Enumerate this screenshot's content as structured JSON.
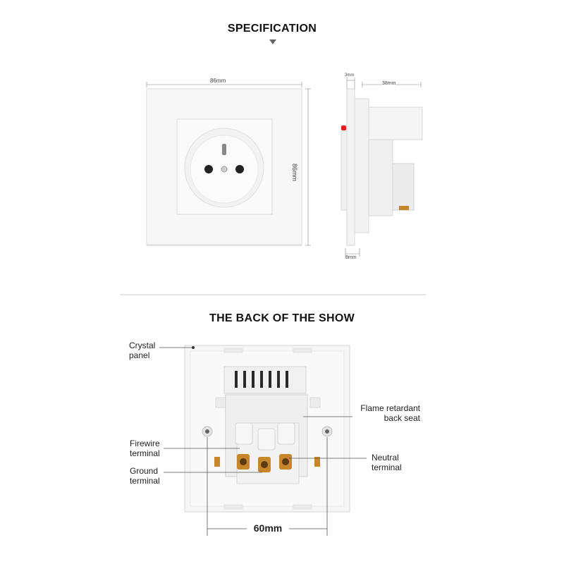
{
  "spec_section": {
    "title": "SPECIFICATION",
    "width_label": "86mm",
    "height_label": "86mm",
    "panel_thickness_label": "3mm",
    "depth_label": "38mm",
    "base_label": "8mm"
  },
  "back_section": {
    "title": "THE BACK OF THE SHOW",
    "crystal_panel_label": "Crystal\npanel",
    "flame_label": "Flame retardant\nback seat",
    "firewire_label": "Firewire\nterminal",
    "ground_label": "Ground\nterminal",
    "neutral_label": "Neutral\nterminal",
    "spacing_label": "60mm"
  },
  "colors": {
    "plate": "#f6f6f6",
    "plate_edge": "#d8d8d8",
    "terminal_brass": "#c8862a",
    "indicator_red": "#e02020"
  }
}
